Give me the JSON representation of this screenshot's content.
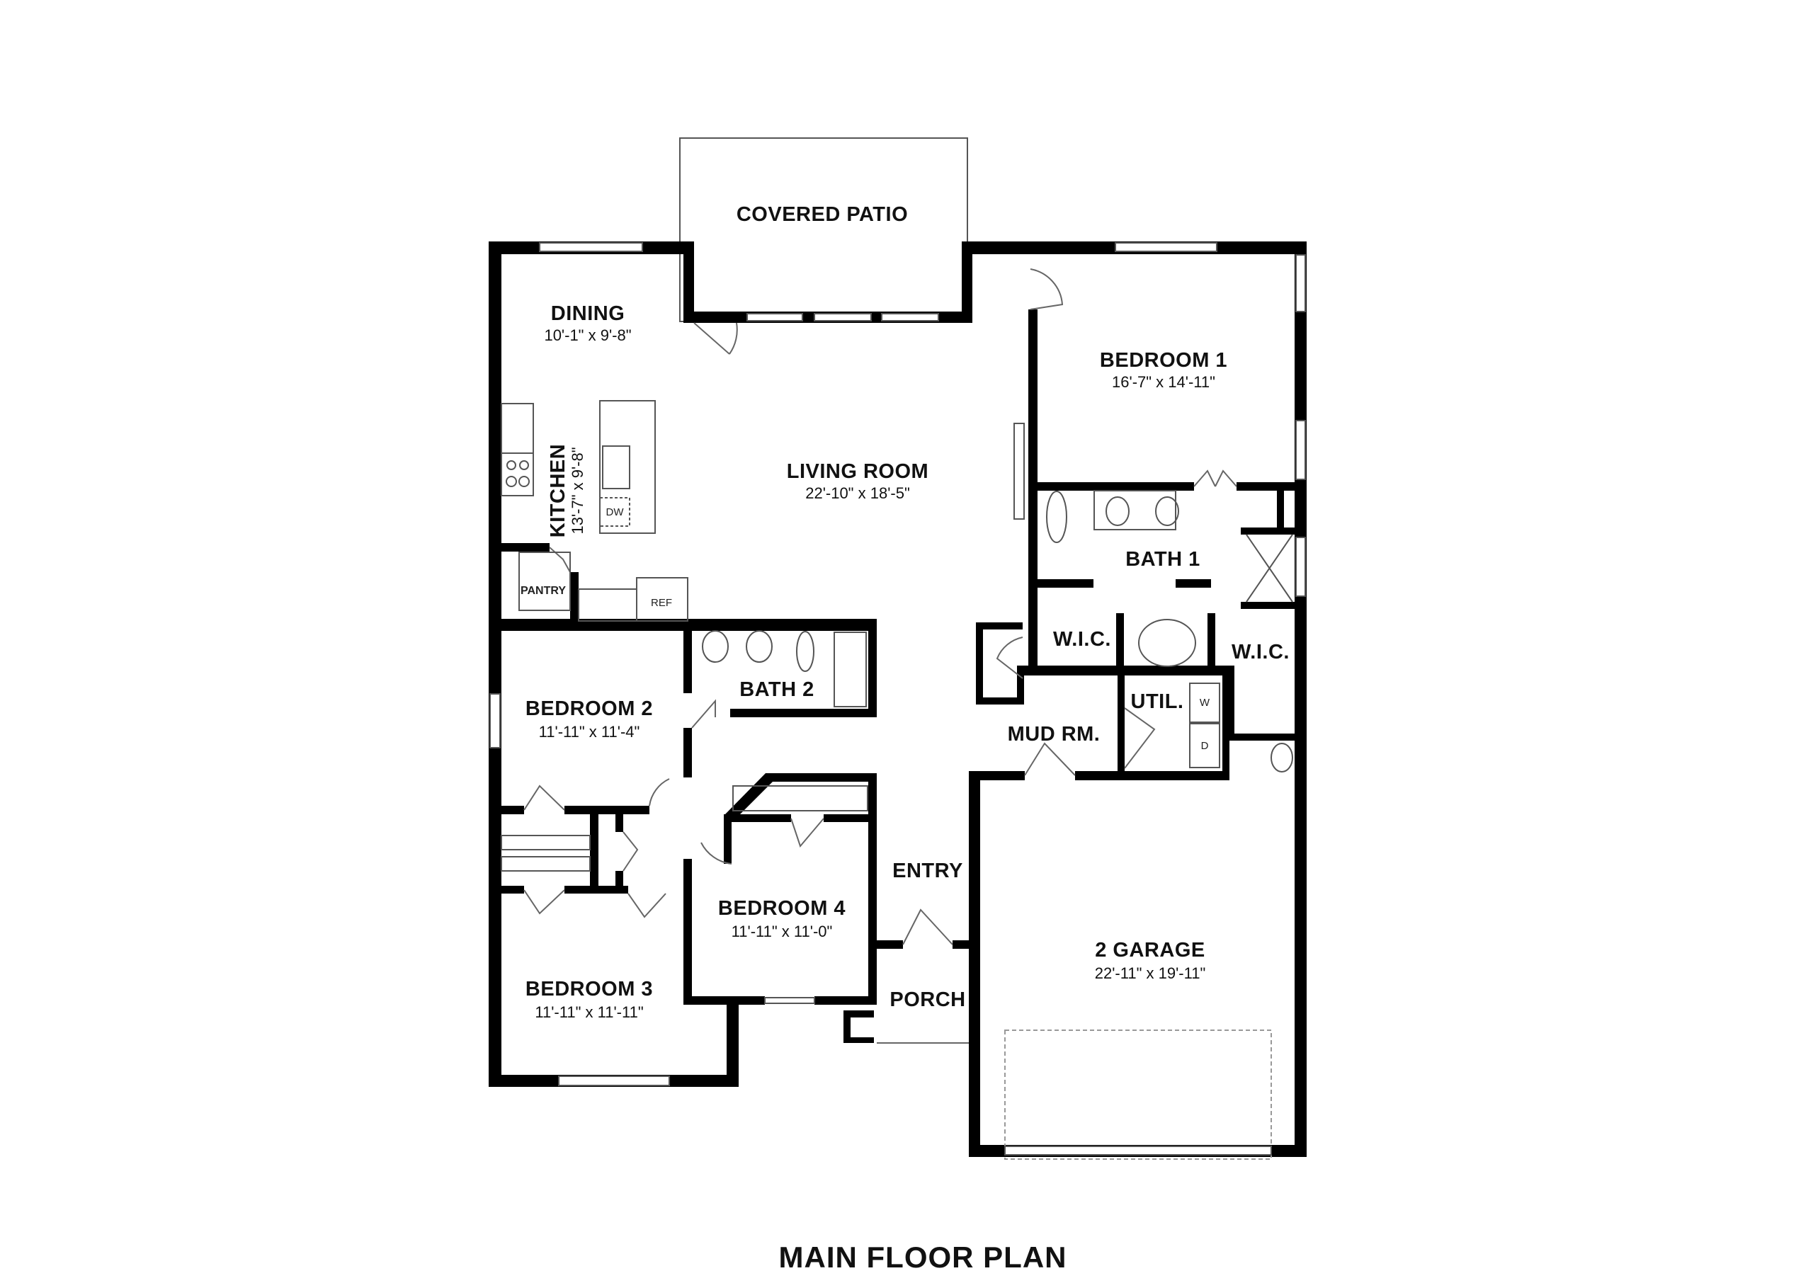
{
  "title": "MAIN FLOOR PLAN",
  "rooms": {
    "covered_patio": {
      "name": "COVERED PATIO"
    },
    "dining": {
      "name": "DINING",
      "dims": "10'-1\" x 9'-8\""
    },
    "kitchen": {
      "name": "KITCHEN",
      "dims": "13'-7\" x 9'-8\""
    },
    "living_room": {
      "name": "LIVING ROOM",
      "dims": "22'-10\" x 18'-5\""
    },
    "bedroom1": {
      "name": "BEDROOM 1",
      "dims": "16'-7\" x 14'-11\""
    },
    "bath1": {
      "name": "BATH 1"
    },
    "wic_left": {
      "name": "W.I.C."
    },
    "wic_right": {
      "name": "W.I.C."
    },
    "util": {
      "name": "UTIL."
    },
    "mud_room": {
      "name": "MUD RM."
    },
    "bath2": {
      "name": "BATH 2"
    },
    "bedroom2": {
      "name": "BEDROOM 2",
      "dims": "11'-11\" x 11'-4\""
    },
    "bedroom3": {
      "name": "BEDROOM 3",
      "dims": "11'-11\" x 11'-11\""
    },
    "bedroom4": {
      "name": "BEDROOM 4",
      "dims": "11'-11\" x 11'-0\""
    },
    "entry": {
      "name": "ENTRY"
    },
    "porch": {
      "name": "PORCH"
    },
    "garage": {
      "name": "2 GARAGE",
      "dims": "22'-11\" x 19'-11\""
    },
    "pantry": {
      "name": "PANTRY"
    }
  },
  "fixtures": {
    "dishwasher": "DW",
    "refrigerator": "REF",
    "washer": "W",
    "dryer": "D"
  }
}
